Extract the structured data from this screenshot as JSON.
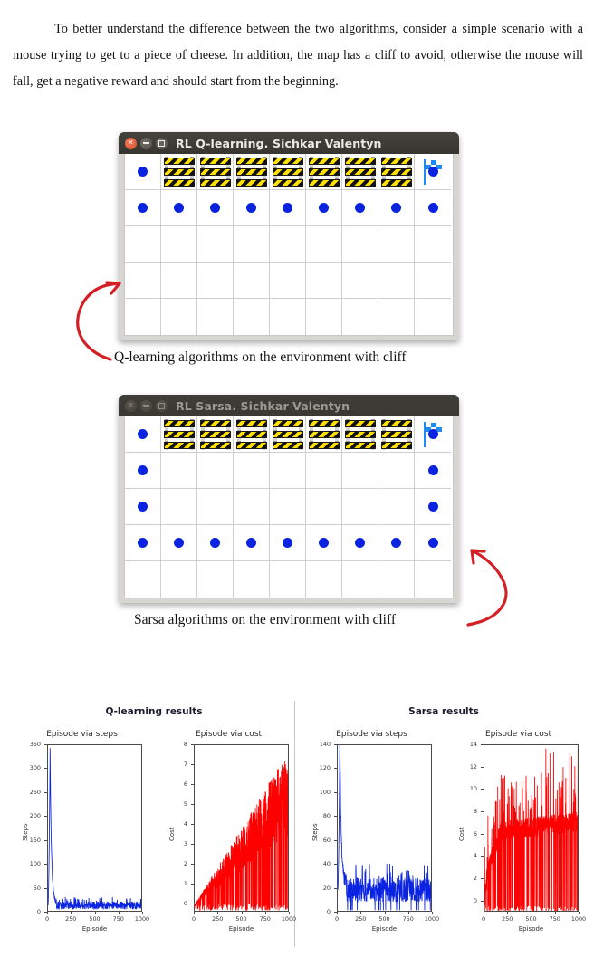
{
  "paragraph": "To better understand the difference between the two algorithms, consider a simple scenario with a mouse trying to get to a piece of cheese. In addition, the map has a cliff to avoid, otherwise the mouse will fall, get a negative reward and should start from the beginning.",
  "windows": [
    {
      "id": "qlearning",
      "title": "RL Q-learning. Sichkar Valentyn",
      "focused": true,
      "controls": {
        "close": "×",
        "minimize": "−",
        "maximize": "□"
      },
      "grid": {
        "cols": 9,
        "rows": 5
      },
      "cells": [
        [
          "agent",
          "cliff",
          "cliff",
          "cliff",
          "cliff",
          "cliff",
          "cliff",
          "cliff",
          "goal-agent"
        ],
        [
          "agent",
          "agent",
          "agent",
          "agent",
          "agent",
          "agent",
          "agent",
          "agent",
          "agent"
        ],
        [
          "",
          "",
          "",
          "",
          "",
          "",
          "",
          "",
          ""
        ],
        [
          "",
          "",
          "",
          "",
          "",
          "",
          "",
          "",
          ""
        ],
        [
          "",
          "",
          "",
          "",
          "",
          "",
          "",
          "",
          ""
        ]
      ],
      "caption": "Q-learning algorithms on the environment with cliff"
    },
    {
      "id": "sarsa",
      "title": "RL Sarsa. Sichkar Valentyn",
      "focused": false,
      "controls": {
        "close": "×",
        "minimize": "−",
        "maximize": "□"
      },
      "grid": {
        "cols": 9,
        "rows": 5
      },
      "cells": [
        [
          "agent",
          "cliff",
          "cliff",
          "cliff",
          "cliff",
          "cliff",
          "cliff",
          "cliff",
          "goal-agent"
        ],
        [
          "agent",
          "",
          "",
          "",
          "",
          "",
          "",
          "",
          "agent"
        ],
        [
          "agent",
          "",
          "",
          "",
          "",
          "",
          "",
          "",
          "agent"
        ],
        [
          "agent",
          "agent",
          "agent",
          "agent",
          "agent",
          "agent",
          "agent",
          "agent",
          "agent"
        ],
        [
          "",
          "",
          "",
          "",
          "",
          "",
          "",
          "",
          ""
        ]
      ],
      "caption": "Sarsa algorithms on the environment with cliff"
    }
  ],
  "colors": {
    "agent_dot": "#0a23e0",
    "cliff_yellow": "#ffe000",
    "cliff_black": "#111111",
    "flag_blue": "#1f8bf0",
    "steps_series": "#0a23e0",
    "cost_series": "#ff0000",
    "titlebar": "#3c3a34",
    "close_button": "#d9512a",
    "arrow_red": "#d41f26"
  },
  "chart_groups": [
    {
      "title": "Q-learning results"
    },
    {
      "title": "Sarsa results"
    }
  ],
  "chart_data": [
    {
      "type": "line",
      "group": "Q-learning results",
      "title": "Episode via steps",
      "xlabel": "Episode",
      "ylabel": "Steps",
      "xlim": [
        0,
        1000
      ],
      "ylim": [
        0,
        350
      ],
      "xticks": [
        0,
        250,
        500,
        750,
        1000
      ],
      "yticks": [
        0,
        50,
        100,
        150,
        200,
        250,
        300,
        350
      ],
      "grid": false,
      "legend": null,
      "color": "#0a23e0",
      "series": [
        {
          "name": "steps",
          "description": "Sharp spike to ~337 steps near episode 20, rapid decay, converges to noisy band of 5-25 steps after episode ~80",
          "x": [
            0,
            5,
            10,
            15,
            20,
            25,
            30,
            35,
            40,
            45,
            50,
            60,
            70,
            80,
            100,
            150,
            200,
            250,
            300,
            350,
            400,
            450,
            500,
            550,
            600,
            650,
            700,
            750,
            800,
            850,
            900,
            950,
            1000
          ],
          "y": [
            60,
            120,
            250,
            337,
            300,
            210,
            150,
            95,
            70,
            55,
            40,
            30,
            25,
            22,
            18,
            15,
            20,
            14,
            17,
            12,
            19,
            13,
            16,
            15,
            18,
            11,
            17,
            13,
            16,
            14,
            18,
            12,
            16
          ]
        }
      ]
    },
    {
      "type": "line",
      "group": "Q-learning results",
      "title": "Episode via cost",
      "xlabel": "Episode",
      "ylabel": "Cost",
      "xlim": [
        0,
        1000
      ],
      "ylim": [
        -0.4,
        8
      ],
      "xticks": [
        0,
        250,
        500,
        750,
        1000
      ],
      "yticks": [
        0,
        1,
        2,
        3,
        4,
        5,
        6,
        7,
        8
      ],
      "grid": false,
      "legend": null,
      "color": "#ff0000",
      "series": [
        {
          "name": "cost",
          "description": "Upper envelope rises roughly linearly from 0 at episode 0 to about 7.6 at episode 1000; dense vertical spikes drop to about -0.3",
          "x": [
            0,
            100,
            200,
            300,
            400,
            500,
            600,
            700,
            800,
            900,
            1000
          ],
          "y_envelope_max": [
            0.1,
            0.9,
            1.9,
            2.8,
            3.8,
            4.6,
            5.4,
            6.3,
            7.0,
            7.4,
            7.6
          ],
          "y_envelope_min": [
            0.0,
            -0.2,
            -0.3,
            -0.3,
            -0.3,
            -0.3,
            -0.3,
            -0.3,
            -0.3,
            -0.3,
            -0.3
          ]
        }
      ]
    },
    {
      "type": "line",
      "group": "Sarsa results",
      "title": "Episode via steps",
      "xlabel": "Episode",
      "ylabel": "Steps",
      "xlim": [
        0,
        1000
      ],
      "ylim": [
        0,
        140
      ],
      "xticks": [
        0,
        250,
        500,
        750,
        1000
      ],
      "yticks": [
        0,
        20,
        40,
        60,
        80,
        100,
        120,
        140
      ],
      "grid": false,
      "legend": null,
      "color": "#0a23e0",
      "series": [
        {
          "name": "steps",
          "description": "Spike to ~139 near episode 20, falls quickly, then noisy band of 10-30 steps with frequent drops to 0",
          "x": [
            0,
            5,
            10,
            15,
            20,
            25,
            30,
            40,
            50,
            60,
            80,
            100,
            150,
            200,
            250,
            300,
            350,
            400,
            450,
            500,
            550,
            600,
            650,
            700,
            750,
            800,
            850,
            900,
            950,
            1000
          ],
          "y": [
            30,
            70,
            110,
            139,
            120,
            80,
            45,
            30,
            22,
            18,
            20,
            17,
            24,
            15,
            28,
            19,
            22,
            16,
            26,
            18,
            21,
            14,
            25,
            20,
            30,
            17,
            23,
            19,
            26,
            16
          ]
        }
      ]
    },
    {
      "type": "line",
      "group": "Sarsa results",
      "title": "Episode via cost",
      "xlabel": "Episode",
      "ylabel": "Cost",
      "xlim": [
        0,
        1000
      ],
      "ylim": [
        -1,
        14
      ],
      "xticks": [
        0,
        250,
        500,
        750,
        1000
      ],
      "yticks": [
        0,
        2,
        4,
        6,
        8,
        10,
        12,
        14
      ],
      "grid": false,
      "legend": null,
      "color": "#ff0000",
      "series": [
        {
          "name": "cost",
          "description": "Rises steeply from about -0.2 to a plateau near 6-7 by episode 200, with tall spikes up to 13.6 around episode 780 and deep drops to about -1",
          "x": [
            0,
            50,
            100,
            150,
            200,
            250,
            300,
            400,
            500,
            600,
            700,
            800,
            900,
            1000
          ],
          "y_plateau": [
            -0.2,
            3.0,
            5.2,
            6.0,
            6.3,
            6.5,
            6.5,
            6.6,
            6.7,
            6.8,
            7.0,
            7.2,
            7.1,
            7.0
          ],
          "y_envelope_max": [
            0.2,
            4.5,
            7.5,
            9.0,
            10.8,
            10.4,
            9.6,
            10.6,
            9.9,
            12.4,
            13.6,
            13.1,
            11.0,
            9.8
          ],
          "y_envelope_min": [
            -0.3,
            -0.9,
            -1.0,
            -1.0,
            -1.0,
            -1.0,
            -1.0,
            -1.0,
            -1.0,
            -1.0,
            -1.0,
            -1.0,
            -1.0,
            -1.0
          ]
        }
      ]
    }
  ]
}
